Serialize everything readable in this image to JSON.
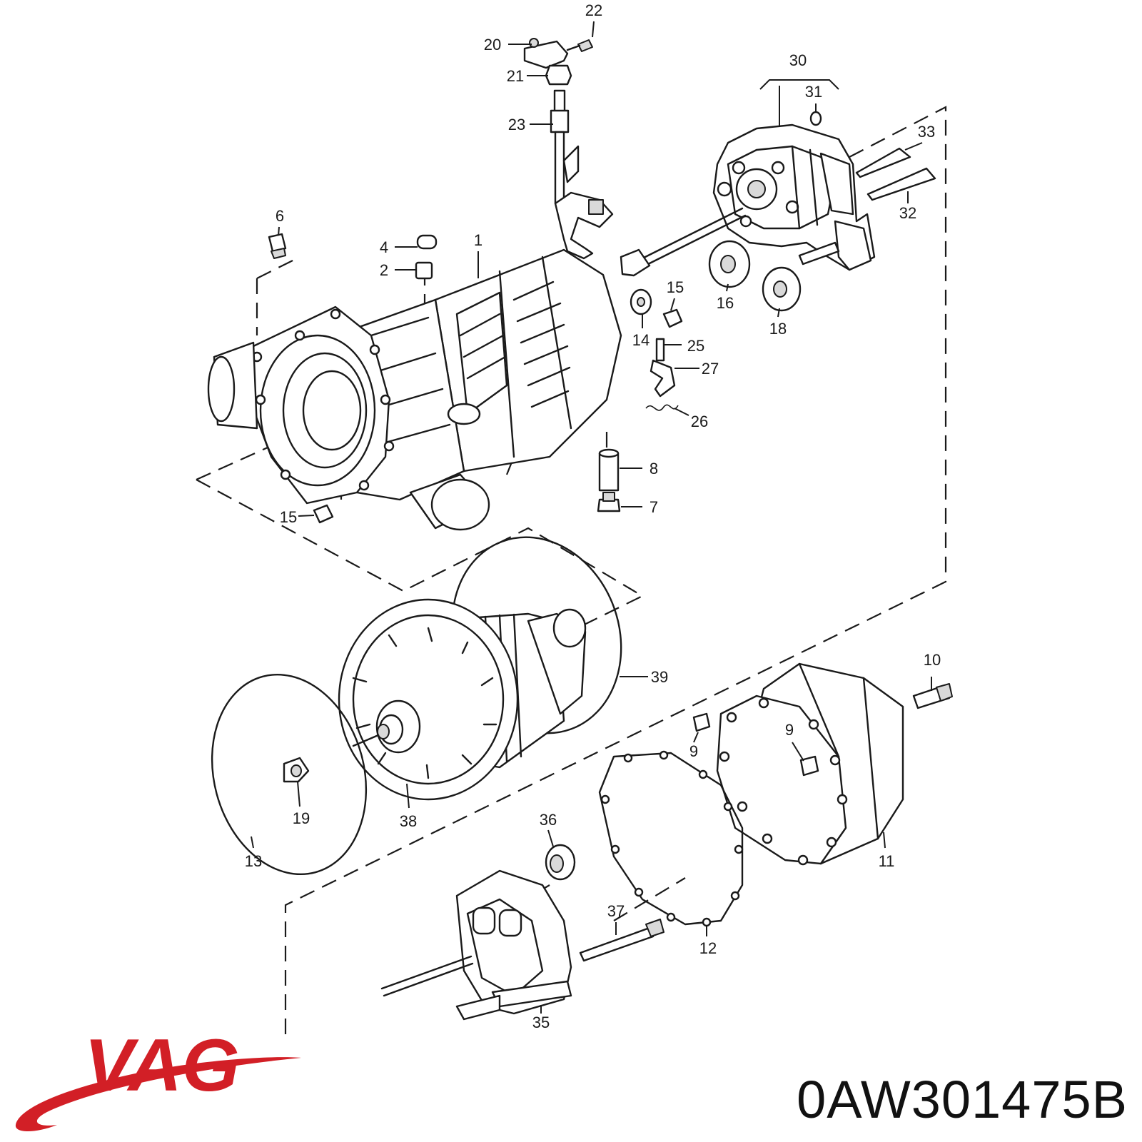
{
  "brand": {
    "name": "VAG",
    "color": "#d21f26"
  },
  "part_number": "0AW301475B",
  "callouts": [
    {
      "id": "c22",
      "label": "22"
    },
    {
      "id": "c20",
      "label": "20"
    },
    {
      "id": "c21",
      "label": "21"
    },
    {
      "id": "c23",
      "label": "23"
    },
    {
      "id": "c30",
      "label": "30"
    },
    {
      "id": "c31",
      "label": "31"
    },
    {
      "id": "c33",
      "label": "33"
    },
    {
      "id": "c32",
      "label": "32"
    },
    {
      "id": "c6",
      "label": "6"
    },
    {
      "id": "c4",
      "label": "4"
    },
    {
      "id": "c1",
      "label": "1"
    },
    {
      "id": "c2",
      "label": "2"
    },
    {
      "id": "c15a",
      "label": "15"
    },
    {
      "id": "c16",
      "label": "16"
    },
    {
      "id": "c18",
      "label": "18"
    },
    {
      "id": "c14",
      "label": "14"
    },
    {
      "id": "c25",
      "label": "25"
    },
    {
      "id": "c27",
      "label": "27"
    },
    {
      "id": "c26",
      "label": "26"
    },
    {
      "id": "c8",
      "label": "8"
    },
    {
      "id": "c7",
      "label": "7"
    },
    {
      "id": "c15b",
      "label": "15"
    },
    {
      "id": "c39",
      "label": "39"
    },
    {
      "id": "c10",
      "label": "10"
    },
    {
      "id": "c9a",
      "label": "9"
    },
    {
      "id": "c9b",
      "label": "9"
    },
    {
      "id": "c19",
      "label": "19"
    },
    {
      "id": "c38",
      "label": "38"
    },
    {
      "id": "c13",
      "label": "13"
    },
    {
      "id": "c36",
      "label": "36"
    },
    {
      "id": "c11",
      "label": "11"
    },
    {
      "id": "c37",
      "label": "37"
    },
    {
      "id": "c12",
      "label": "12"
    },
    {
      "id": "c35",
      "label": "35"
    }
  ]
}
